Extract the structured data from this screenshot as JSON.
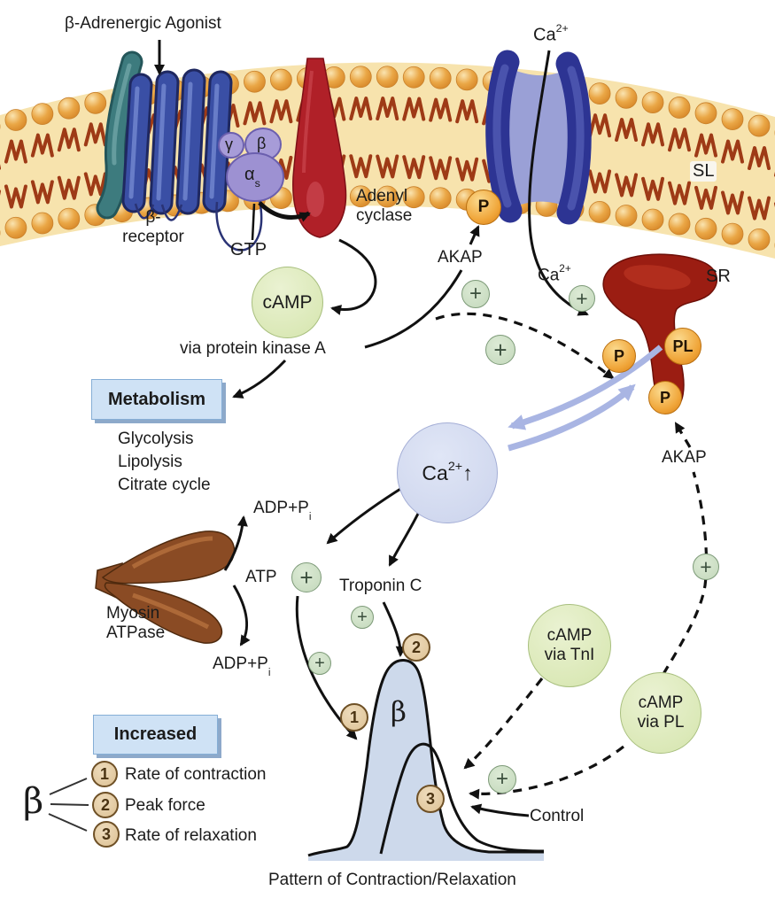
{
  "colors": {
    "membrane": "#f7e3ad",
    "lipid_head": "#eaa746",
    "lipid_tail": "#9e3a16",
    "receptor_blue": "#3a4fa5",
    "helix_teal": "#3d7b7e",
    "g_protein_purple": "#a79cd8",
    "adenyl_cyclase_red": "#b02028",
    "ca_channel_blue": "#2d3493",
    "sr_red": "#9b1d12",
    "myosin_brown": "#8a4b24",
    "camp_green": "#d9e8b4",
    "plus_green": "#c9dcc1",
    "ca_lavender": "#cfd7ee",
    "phospho_orange": "#f0a63a",
    "box_blue": "#cfe2f5",
    "curve_fill": "#cdd9eb",
    "blue_arrow": "#a9b5e3",
    "number_tan": "#ddc193"
  },
  "membrane": {
    "sl": "SL"
  },
  "receptor": {
    "agonist": "β-Adrenergic Agonist",
    "name_line1": "β-",
    "name_line2": "receptor",
    "gtp": "GTP",
    "gamma": "γ",
    "beta": "β",
    "alpha": "α",
    "alpha_sub": "s"
  },
  "cyclase": {
    "line1": "Adenyl",
    "line2": "cyclase"
  },
  "camp": "cAMP",
  "pka": "via protein kinase A",
  "akap_top": "AKAP",
  "akap_bottom": "AKAP",
  "sr": "SR",
  "phospho": {
    "channel": "P",
    "sr_left": "P",
    "pl": "PL",
    "sr_bottom": "P"
  },
  "calcium": {
    "top_base": "Ca",
    "top_sup": "2+",
    "mid_base": "Ca",
    "mid_sup": "2+",
    "big_base": "Ca",
    "big_sup": "2+",
    "big_arrow": "↑"
  },
  "metabolism": {
    "title": "Metabolism",
    "items": [
      "Glycolysis",
      "Lipolysis",
      "Citrate cycle"
    ]
  },
  "myosin": {
    "name_line1": "Myosin",
    "name_line2": "ATPase",
    "atp": "ATP",
    "adp_base": "ADP+P",
    "adp_sub": "i",
    "troponin": "Troponin C"
  },
  "camp_nodes": {
    "tni_line1": "cAMP",
    "tni_line2": "via TnI",
    "pl_line1": "cAMP",
    "pl_line2": "via PL"
  },
  "plus": "+",
  "curve": {
    "beta": "β",
    "control": "Control",
    "caption": "Pattern of Contraction/Relaxation",
    "m1": "1",
    "m2": "2",
    "m3": "3"
  },
  "legend": {
    "title": "Increased",
    "beta": "β",
    "items": [
      {
        "num": "1",
        "label": "Rate of contraction"
      },
      {
        "num": "2",
        "label": "Peak force"
      },
      {
        "num": "3",
        "label": "Rate of relaxation"
      }
    ]
  }
}
